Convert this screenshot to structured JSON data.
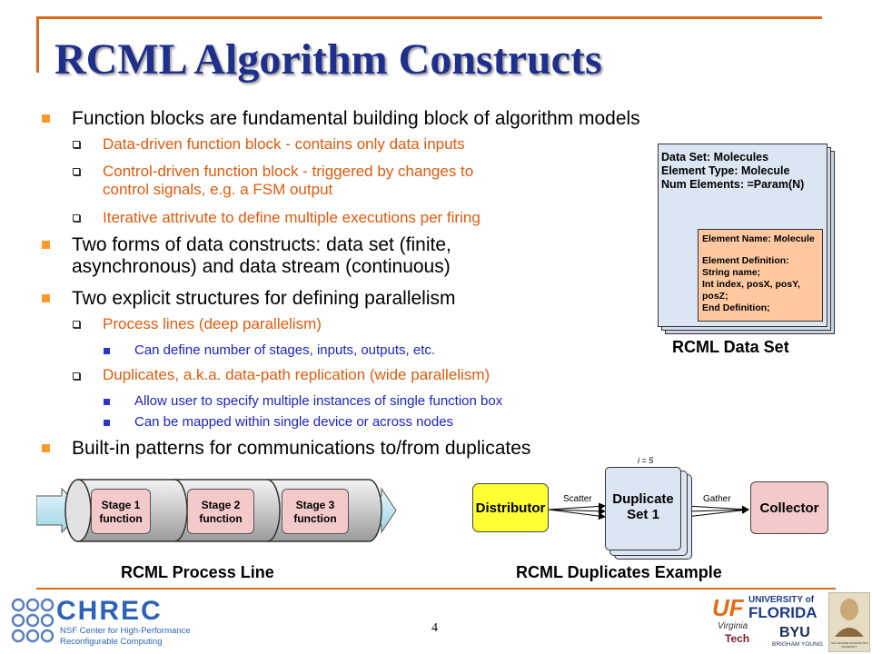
{
  "slide": {
    "title": "RCML Algorithm Constructs",
    "page_number": "4"
  },
  "bullets": {
    "b1": "Function blocks are fundamental building block of algorithm models",
    "b1_1": "Data-driven function block - contains only data inputs",
    "b1_2a": "Control-driven function block - triggered by changes to",
    "b1_2b": "control signals, e.g. a FSM output",
    "b1_3": "Iterative attrivute to define multiple executions per firing",
    "b2a": "Two forms of data constructs: data set (finite,",
    "b2b": "asynchronous) and data stream (continuous)",
    "b3": "Two explicit structures for defining parallelism",
    "b3_1": "Process lines (deep parallelism)",
    "b3_1_1": "Can define number of stages, inputs, outputs, etc.",
    "b3_2": "Duplicates, a.k.a. data-path replication (wide parallelism)",
    "b3_2_1": "Allow user to specify multiple instances of single function box",
    "b3_2_2": "Can be mapped within single device or across nodes",
    "b4": "Built-in patterns for communications to/from duplicates"
  },
  "dataset_figure": {
    "line1": "Data Set: Molecules",
    "line2": "Element Type: Molecule",
    "line3": "Num Elements: =Param(N)",
    "el1": "Element Name: Molecule",
    "el2": "Element Definition:",
    "el3": "String name;",
    "el4": "Int index, posX, posY,",
    "el5": "posZ;",
    "el6": "End Definition;",
    "caption": "RCML Data Set"
  },
  "process_line": {
    "stage1a": "Stage 1",
    "stage1b": "function",
    "stage2a": "Stage 2",
    "stage2b": "function",
    "stage3a": "Stage 3",
    "stage3b": "function",
    "caption": "RCML Process Line"
  },
  "duplicates": {
    "distributor": "Distributor",
    "scatter": "Scatter",
    "dup_a": "Duplicate",
    "dup_b": "Set 1",
    "iter": "i = 5",
    "gather": "Gather",
    "collector": "Collector",
    "caption": "RCML Duplicates Example"
  },
  "footer": {
    "chrec_logo": "CHREC",
    "chrec_line1": "NSF Center for High-Performance",
    "chrec_line2": "Reconfigurable Computing",
    "uf_prefix": "UF",
    "uf_line1": "UNIVERSITY of",
    "uf_line2": "FLORIDA",
    "vt_line1": "Virginia",
    "vt_line2": "Tech",
    "byu_line1": "BYU",
    "byu_line2": "BRIGHAM YOUNG",
    "gwu": "THE GEORGE WASHINGTON UNIVERSITY"
  },
  "colors": {
    "title": "#1f2f8c",
    "accent_rule": "#d86a1a",
    "level2_text": "#e05a0c",
    "level3_text": "#1a22c8",
    "stage_fill": "#f4c9c9",
    "distributor_fill": "#ffff33",
    "element_fill": "#ffc8a0",
    "dataset_fill": "#dce6f2"
  }
}
